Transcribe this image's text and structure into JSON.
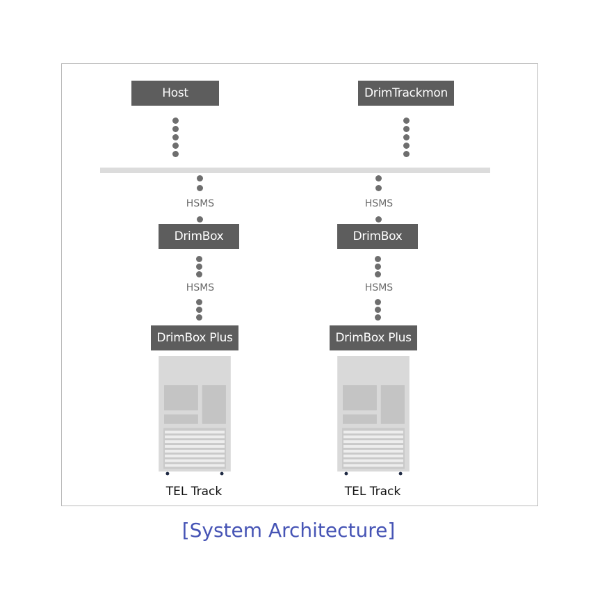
{
  "diagram": {
    "top_nodes": {
      "host": "Host",
      "monitor": "DrimTrackmon"
    },
    "columns": [
      {
        "link_upper": "HSMS",
        "box": "DrimBox",
        "link_lower": "HSMS",
        "box_plus": "DrimBox Plus",
        "equipment": "TEL Track"
      },
      {
        "link_upper": "HSMS",
        "box": "DrimBox",
        "link_lower": "HSMS",
        "box_plus": "DrimBox Plus",
        "equipment": "TEL Track"
      }
    ],
    "caption": "[System Architecture]"
  },
  "colors": {
    "node_fill": "#5d5d5d",
    "node_text": "#ffffff",
    "bus": "#dcdcdc",
    "connector_dot": "#6e6e6e",
    "caption": "#4654b5",
    "cabinet_body": "#d9d9d9"
  },
  "icons": {
    "equipment": "tel-track-cabinet-icon"
  }
}
